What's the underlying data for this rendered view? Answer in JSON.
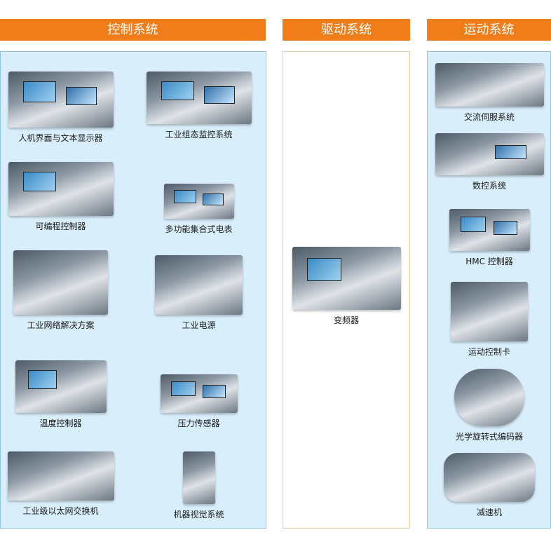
{
  "columns": {
    "control": {
      "title": "控制系统"
    },
    "drive": {
      "title": "驱动系统"
    },
    "motion": {
      "title": "运动系统"
    }
  },
  "control_items": [
    {
      "label": "人机界面与文本显示器",
      "icon": "hmi-display-icon"
    },
    {
      "label": "工业组态监控系统",
      "icon": "scada-monitor-icon"
    },
    {
      "label": "可编程控制器",
      "icon": "plc-icon"
    },
    {
      "label": "多功能集合式电表",
      "icon": "power-meter-icon"
    },
    {
      "label": "工业网络解决方案",
      "icon": "network-module-icon"
    },
    {
      "label": "工业电源",
      "icon": "power-supply-icon"
    },
    {
      "label": "温度控制器",
      "icon": "temperature-controller-icon"
    },
    {
      "label": "压力传感器",
      "icon": "pressure-sensor-icon"
    },
    {
      "label": "工业级以太网交换机",
      "icon": "ethernet-switch-icon"
    },
    {
      "label": "机器视觉系统",
      "icon": "machine-vision-icon"
    }
  ],
  "drive_items": [
    {
      "label": "变频器",
      "icon": "inverter-icon"
    }
  ],
  "motion_items": [
    {
      "label": "交流伺服系统",
      "icon": "servo-system-icon"
    },
    {
      "label": "数控系统",
      "icon": "cnc-system-icon"
    },
    {
      "label": "HMC 控制器",
      "icon": "hmc-controller-icon"
    },
    {
      "label": "运动控制卡",
      "icon": "motion-card-icon"
    },
    {
      "label": "光学旋转式编码器",
      "icon": "rotary-encoder-icon"
    },
    {
      "label": "减速机",
      "icon": "gear-reducer-icon"
    }
  ]
}
